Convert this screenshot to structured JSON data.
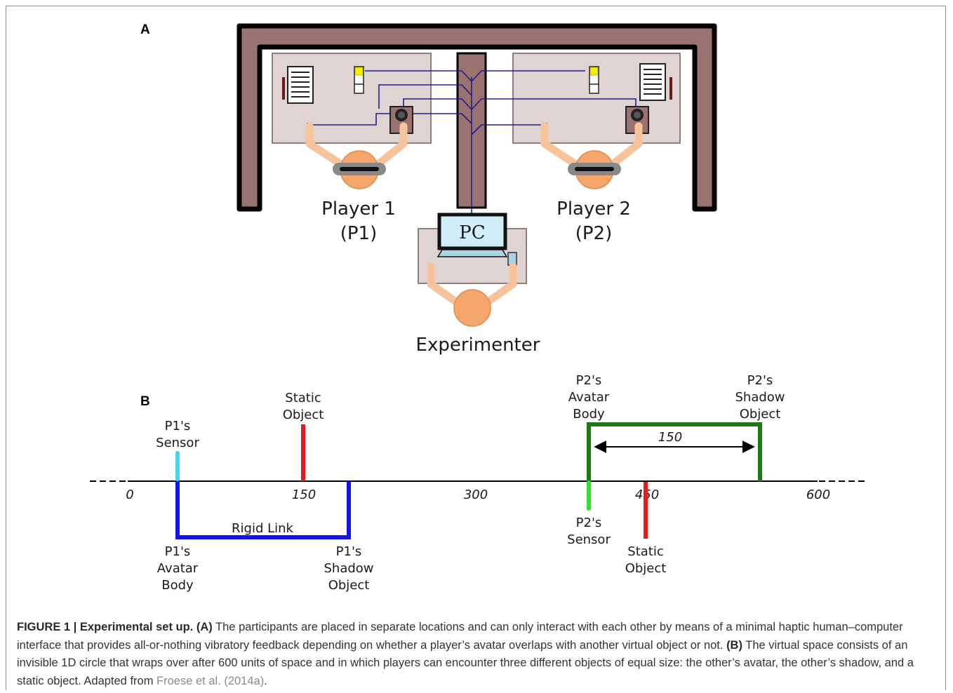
{
  "panel_a": {
    "letter": "A",
    "player1_line1": "Player 1",
    "player1_line2": "(P1)",
    "player2_line1": "Player 2",
    "player2_line2": "(P2)",
    "pc_label": "PC",
    "experimenter_label": "Experimenter"
  },
  "panel_b": {
    "letter": "B",
    "ticks": [
      "0",
      "150",
      "300",
      "450",
      "600"
    ],
    "labels": {
      "p1_sensor": [
        "P1's",
        "Sensor"
      ],
      "static_object_1": [
        "Static",
        "Object"
      ],
      "p1_avatar_body": [
        "P1's",
        "Avatar",
        "Body"
      ],
      "rigid_link": "Rigid Link",
      "p1_shadow_object": [
        "P1's",
        "Shadow",
        "Object"
      ],
      "p2_avatar_body": [
        "P2's",
        "Avatar",
        "Body"
      ],
      "p2_shadow_object": [
        "P2's",
        "Shadow",
        "Object"
      ],
      "distance": "150",
      "p2_sensor": [
        "P2's",
        "Sensor"
      ],
      "static_object_2": [
        "Static",
        "Object"
      ]
    }
  },
  "caption": {
    "figure_title": "FIGURE 1 | Experimental set up.",
    "part_a_marker": "(A)",
    "part_a_text": " The participants are placed in separate locations and can only interact with each other by means of a minimal haptic human–computer interface that provides all-or-nothing vibratory feedback depending on whether a player’s avatar overlaps with another virtual object or not. ",
    "part_b_marker": "(B)",
    "part_b_text": " The virtual space consists of an invisible 1D circle that wraps over after 600 units of space and in which players can encounter three different objects of equal size: the other’s avatar, the other’s shadow, and a static object. Adapted from ",
    "reference": "Froese et al. (2014a)",
    "ending": "."
  },
  "colors": {
    "wall": "#9a7370",
    "desk": "#e0d4d2",
    "wire": "#1f1f8f",
    "skin": "#f7c39a",
    "head": "#f5a66a",
    "sensor_p1": "#3fd7e8",
    "avatar_p1": "#1414e6",
    "static_object": "#e01e1e",
    "avatar_p2": "#1d7a14",
    "sensor_p2": "#2de02d"
  }
}
